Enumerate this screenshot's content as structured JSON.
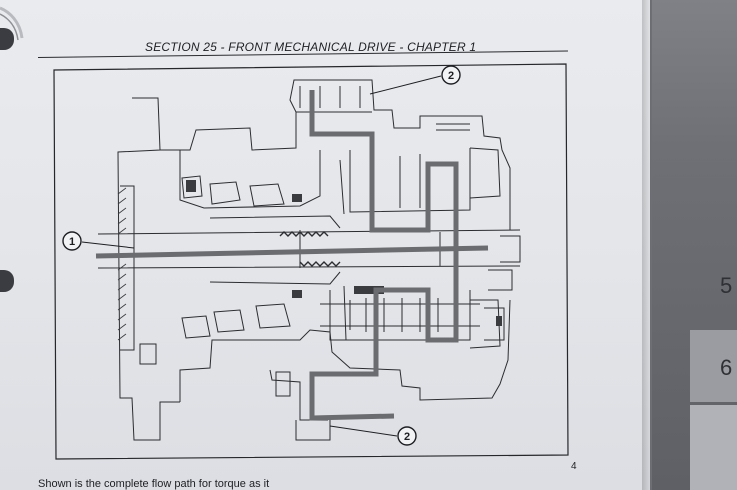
{
  "header": {
    "section_title": "SECTION 25 - FRONT MECHANICAL DRIVE - CHAPTER 1"
  },
  "figure": {
    "callouts": [
      {
        "label": "1"
      },
      {
        "label": "2"
      },
      {
        "label": "2"
      }
    ],
    "figure_number": "4"
  },
  "caption": {
    "text": "Shown is the complete flow path for torque as it"
  },
  "tabs": {
    "tab_5": "5",
    "tab_6": "6"
  },
  "colors": {
    "page": "#e6e8ec",
    "ink": "#1e1f23",
    "flow_path": "#6b6c70",
    "background": "#595b61"
  }
}
